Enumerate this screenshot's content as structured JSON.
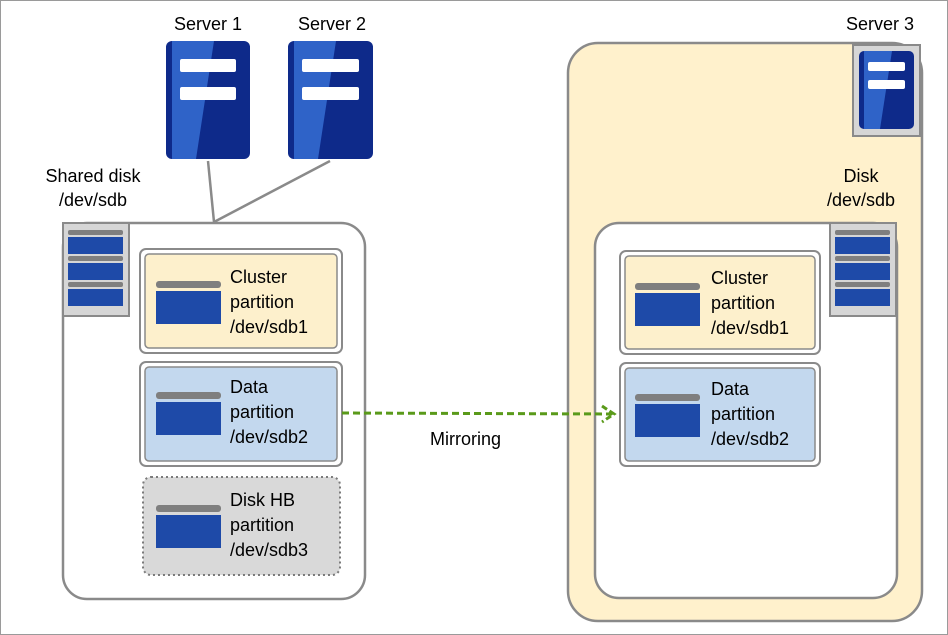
{
  "servers": {
    "server1": "Server 1",
    "server2": "Server 2",
    "server3": "Server 3"
  },
  "shared_disk": {
    "line1": "Shared disk",
    "line2": "/dev/sdb"
  },
  "local_disk": {
    "line1": "Disk",
    "line2": "/dev/sdb"
  },
  "left_partitions": [
    {
      "line1": "Cluster",
      "line2": "partition",
      "line3": "/dev/sdb1"
    },
    {
      "line1": "Data",
      "line2": "partition",
      "line3": "/dev/sdb2"
    },
    {
      "line1": "Disk HB",
      "line2": "partition",
      "line3": "/dev/sdb3"
    }
  ],
  "right_partitions": [
    {
      "line1": "Cluster",
      "line2": "partition",
      "line3": "/dev/sdb1"
    },
    {
      "line1": "Data",
      "line2": "partition",
      "line3": "/dev/sdb2"
    }
  ],
  "mirroring_label": "Mirroring",
  "colors": {
    "server_blue": "#2f5fbf",
    "server_dark": "#0e2a8a",
    "cluster_fill": "#fdf0cc",
    "data_fill": "#c3d8ee",
    "hb_fill": "#d9d9d9",
    "server3_area": "#fff1cc",
    "arrow_green": "#5a9a1a"
  }
}
